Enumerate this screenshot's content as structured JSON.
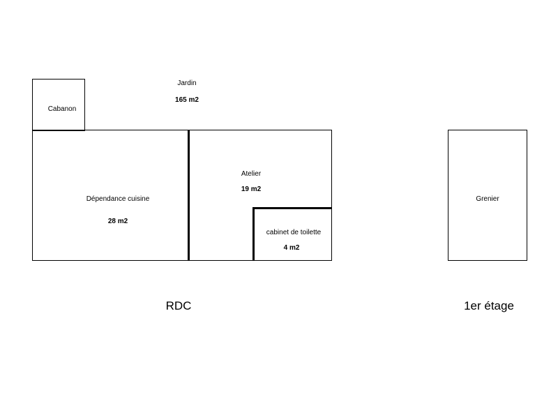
{
  "plan": {
    "jardin": {
      "label": "Jardin",
      "area": "165 m2"
    },
    "cabanon": {
      "label": "Cabanon"
    },
    "dependance": {
      "label": "Dépendance cuisine",
      "area": "28 m2"
    },
    "atelier": {
      "label": "Atelier",
      "area": "19 m2"
    },
    "toilette": {
      "label": "cabinet de toilette",
      "area": "4 m2"
    },
    "grenier": {
      "label": "Grenier"
    }
  },
  "levels": {
    "rdc": "RDC",
    "etage": "1er étage"
  }
}
